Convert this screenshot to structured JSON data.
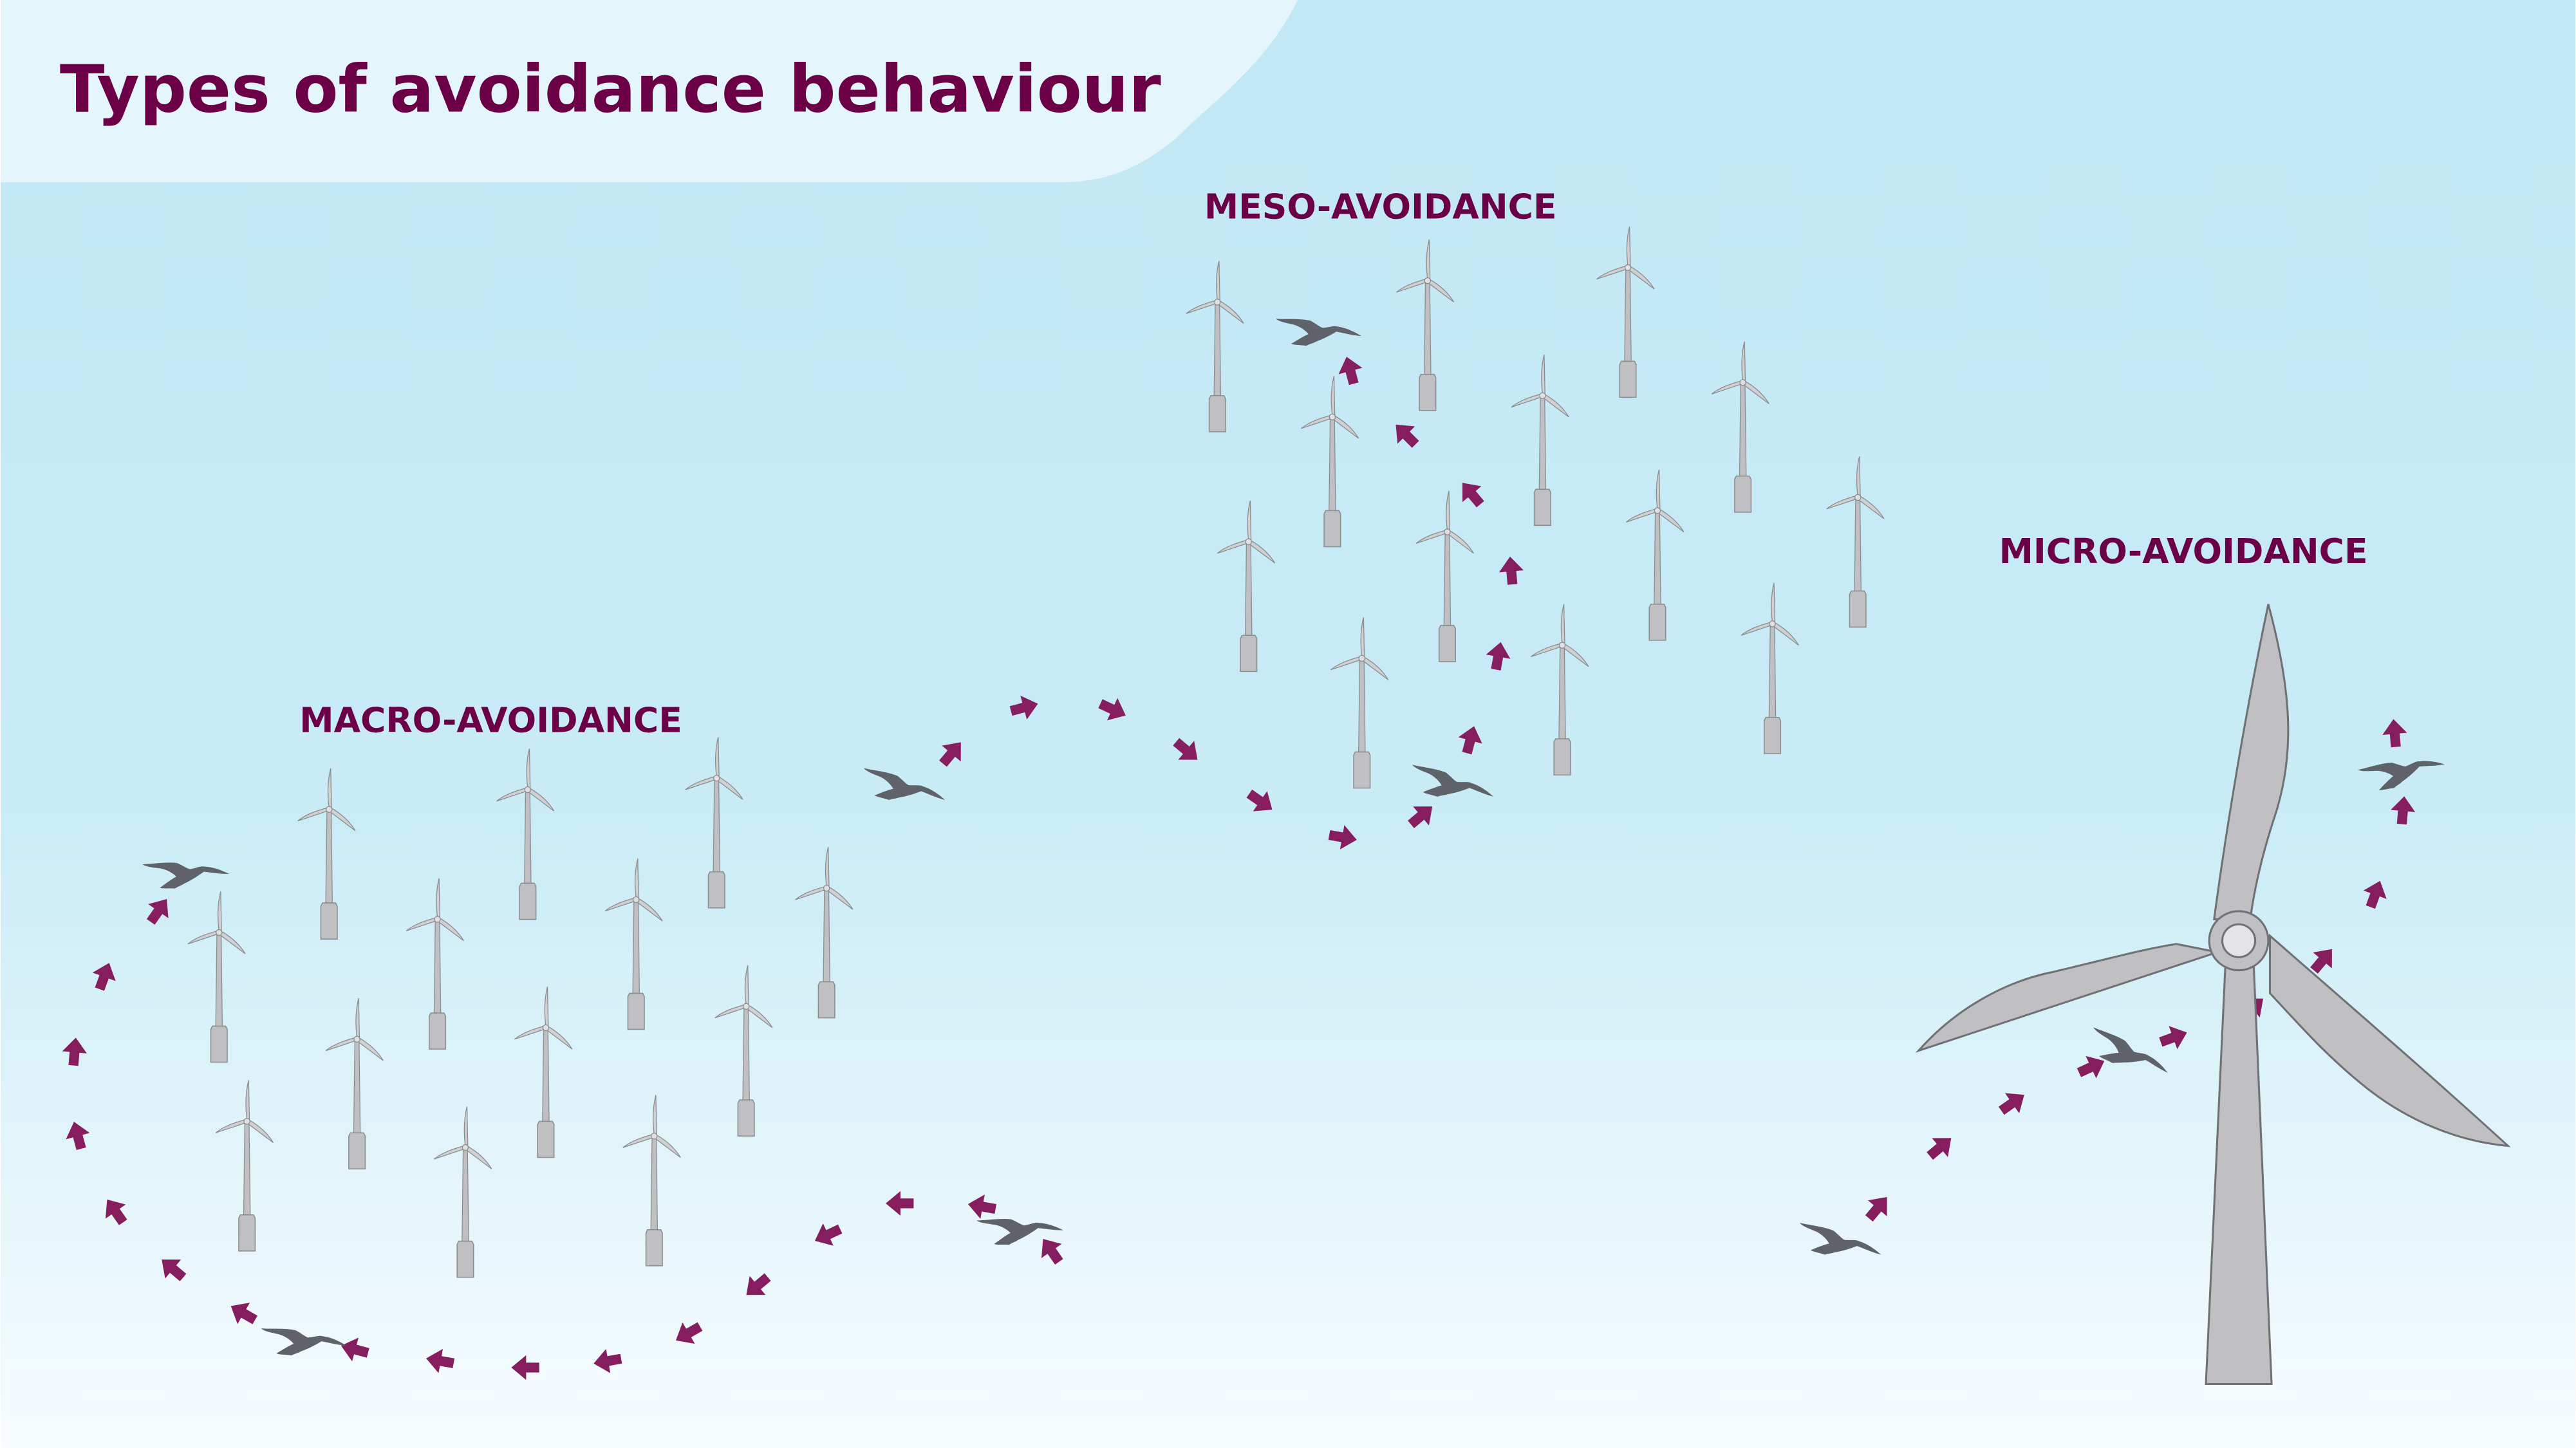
{
  "title": "Types of avoidance behaviour",
  "labels": {
    "macro": "MACRO-AVOIDANCE",
    "meso": "MESO-AVOIDANCE",
    "micro": "MICRO-AVOIDANCE"
  },
  "colors": {
    "title": "#6b0046",
    "arrow": "#851d5e",
    "bird": "#5f6369",
    "turbine": "#c0c0c2",
    "turbine_stroke": "#7d7f82",
    "sky_top": "#c2e8f5",
    "sky_bottom": "#f7fcfe",
    "header_panel": "#e4f6fb"
  },
  "icons": [
    "wind-turbine-icon",
    "bird-icon",
    "arrow-icon"
  ]
}
